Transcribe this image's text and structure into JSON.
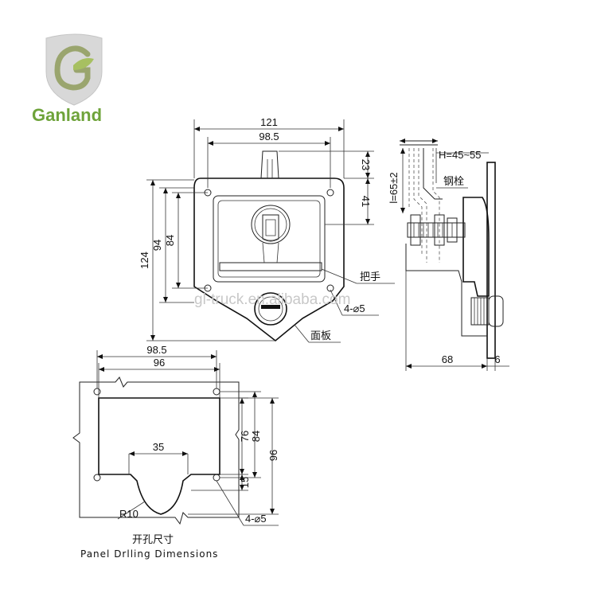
{
  "brand": {
    "name": "Ganland",
    "colors": {
      "green": "#8cb23f",
      "gray": "#b9b9b9",
      "text": "#6ea33a"
    }
  },
  "watermark": "gl-truck.en.alibaba.com",
  "front_view": {
    "dims": {
      "width_total": "121",
      "width_inner": "98.5",
      "height_top": "23",
      "height_41": "41",
      "height_total": "124",
      "height_94": "94",
      "height_84": "84"
    },
    "callouts": {
      "handle": "把手",
      "holes": "4-⌀5",
      "panel": "面板"
    }
  },
  "side_view": {
    "dims": {
      "h_range": "H=45~55",
      "l_range": "l=65±2",
      "depth": "68",
      "thickness": "6"
    },
    "callouts": {
      "bolt": "钢栓"
    }
  },
  "cutout_view": {
    "dims": {
      "width_98_5": "98.5",
      "width_96": "96",
      "notch_width": "35",
      "h_76": "76",
      "h_84": "84",
      "h_96": "96",
      "h_15": "15",
      "radius": "R10",
      "holes": "4-⌀5"
    }
  },
  "caption": {
    "chinese": "开孔尺寸",
    "english": "Panel Drlling Dimensions"
  }
}
